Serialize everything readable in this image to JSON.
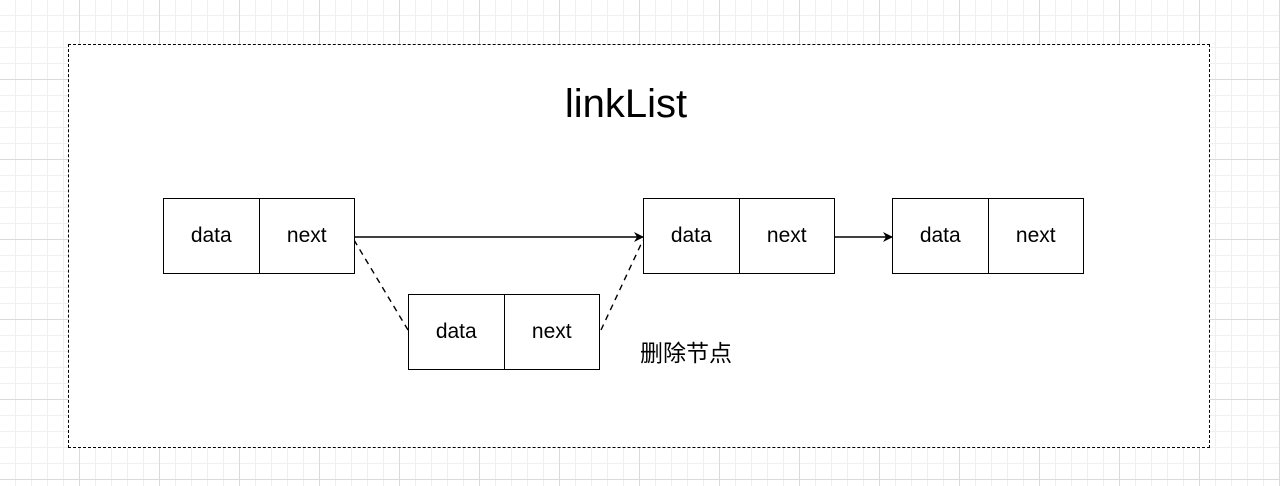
{
  "diagram": {
    "title": "linkList",
    "delete_label": "删除节点",
    "nodes": [
      {
        "data_label": "data",
        "next_label": "next"
      },
      {
        "data_label": "data",
        "next_label": "next"
      },
      {
        "data_label": "data",
        "next_label": "next"
      },
      {
        "data_label": "data",
        "next_label": "next"
      }
    ]
  }
}
